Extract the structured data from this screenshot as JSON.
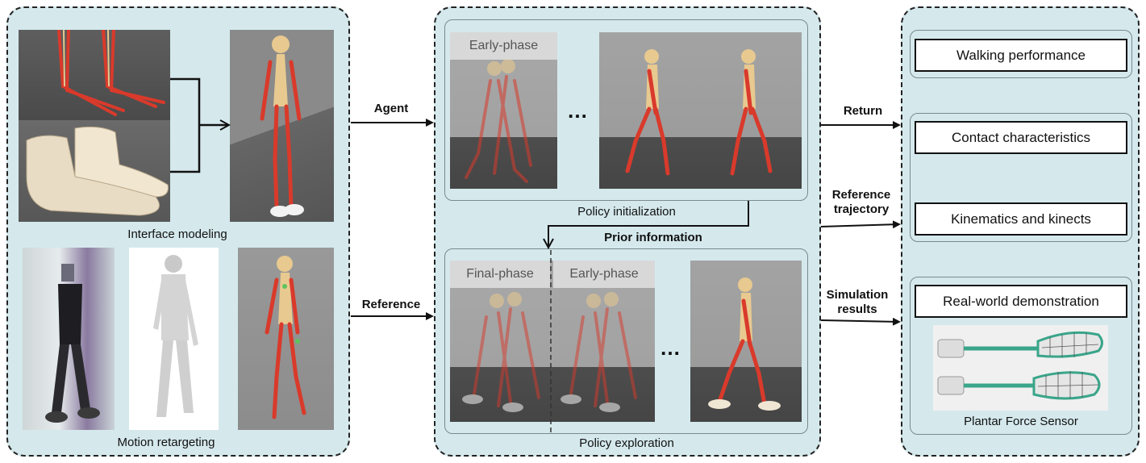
{
  "left_panel": {
    "caption_top": "Interface modeling",
    "caption_bottom": "Motion retargeting"
  },
  "middle_panel": {
    "init": {
      "phase_label": "Early-phase",
      "dots": "…",
      "caption": "Policy initialization"
    },
    "prior_label": "Prior information",
    "exploration": {
      "phase_final": "Final-phase",
      "phase_early": "Early-phase",
      "dots": "…",
      "caption": "Policy exploration"
    }
  },
  "arrows": {
    "agent": "Agent",
    "reference": "Reference",
    "return": "Return",
    "reference_trajectory": "Reference trajectory",
    "simulation_results": "Simulation results"
  },
  "right_panel": {
    "walking": "Walking performance",
    "contact": "Contact characteristics",
    "kinematics": "Kinematics and kinects",
    "realworld": "Real-world demonstration",
    "sensor_caption": "Plantar Force Sensor"
  },
  "colors": {
    "panel_bg": "#d5e9ed",
    "muscle": "#d93a2b",
    "bone": "#e8c98f",
    "floor": "#555555",
    "sky": "#9a9a9a"
  }
}
